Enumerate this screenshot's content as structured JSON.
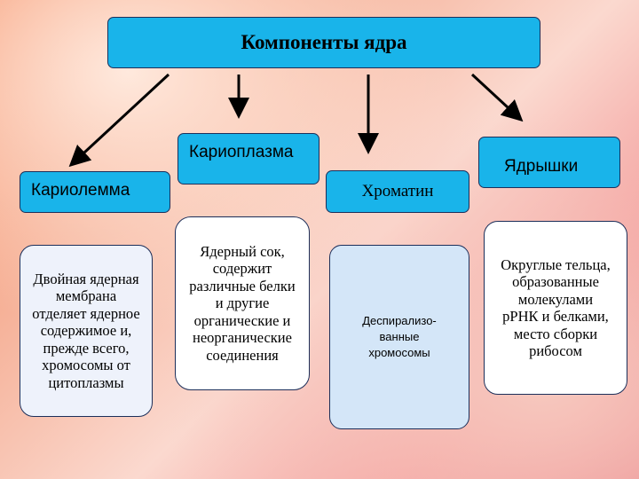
{
  "title": "Компоненты ядра",
  "components": {
    "karyolemma": "Кариолемма",
    "karyoplasm": "Кариоплазма",
    "chromatin": "Хроматин",
    "nucleoli": "Ядрышки"
  },
  "descriptions": {
    "karyolemma": "Двойная ядерная\nмембрана\nотделяет ядерное\nсодержимое и,\nпрежде всего,\nхромосомы от\nцитоплазмы",
    "karyoplasm": "Ядерный сок,\nсодержит\nразличные белки\nи другие\nорганические и\nнеорганические\nсоединения",
    "chromatin": "Деспирализо-\nванные\nхромосомы",
    "nucleoli": "Округлые тельца,\nобразованные\nмолекулами\nрРНК и белками,\nместо сборки\nрибосом"
  }
}
